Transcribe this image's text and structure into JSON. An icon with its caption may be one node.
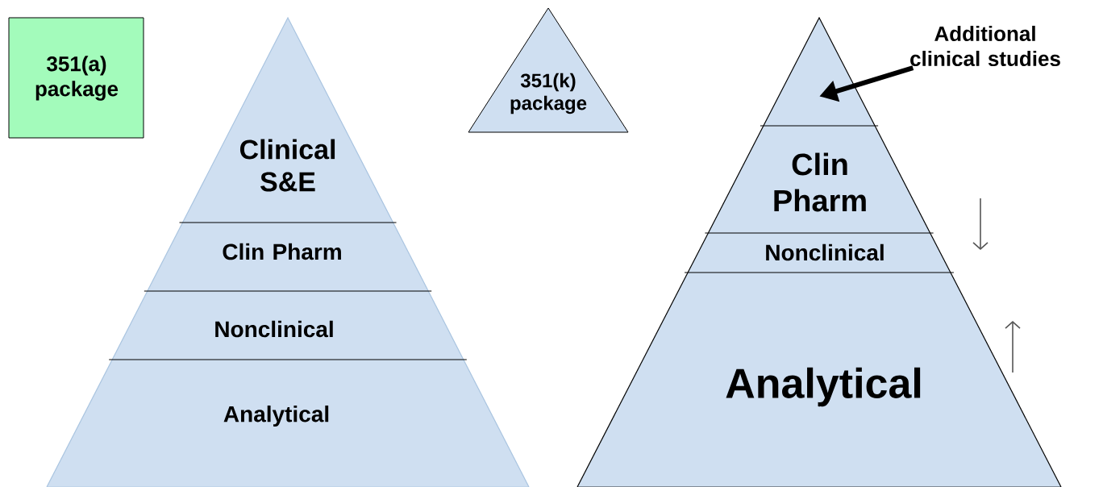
{
  "diagram": {
    "nodes": [
      {
        "text": [
          "351(a) package"
        ]
      },
      {
        "text": [
          "Clinical S&E"
        ]
      },
      {
        "text": [
          "Clin Pharm"
        ]
      },
      {
        "text": [
          "Nonclinical"
        ]
      },
      {
        "text": [
          "Analytical"
        ]
      },
      {
        "text": [
          "351(k) package"
        ]
      },
      {
        "text": [],
        "shape": "triangle"
      },
      {
        "text": [
          "Clin Pharm"
        ]
      },
      {
        "text": [
          "Nonclinical"
        ]
      },
      {
        "text": [
          "Analytical"
        ]
      },
      {
        "text": [
          "Additional clinical studies"
        ]
      }
    ],
    "edges": [
      {
        "from": 10,
        "to": 6,
        "arrow": "to"
      }
    ]
  }
}
